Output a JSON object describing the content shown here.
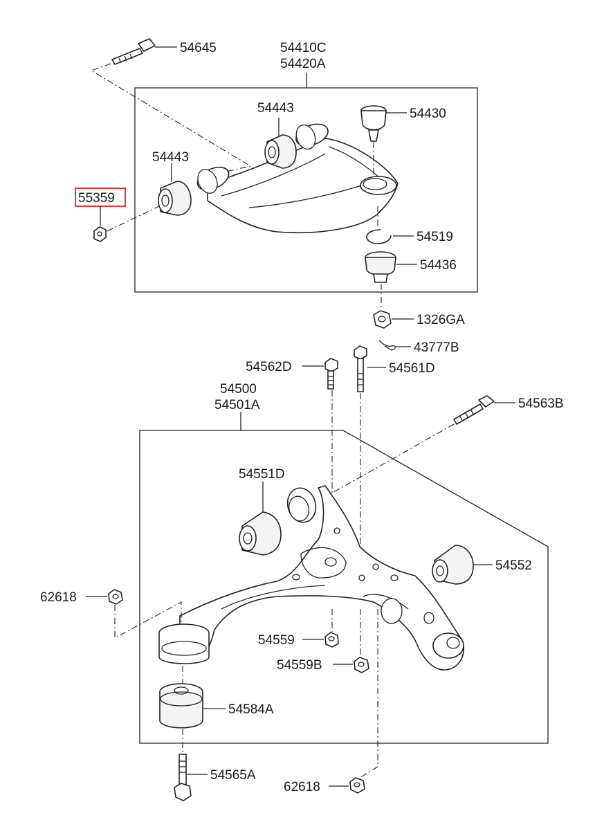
{
  "labels": {
    "p54645": "54645",
    "p54410C": "54410C",
    "p54420A": "54420A",
    "p54443_top": "54443",
    "p54443_left": "54443",
    "p54430": "54430",
    "p55359": "55359",
    "p54519": "54519",
    "p54436": "54436",
    "p1326GA": "1326GA",
    "p43777B": "43777B",
    "p54562D": "54562D",
    "p54561D": "54561D",
    "p54500": "54500",
    "p54501A": "54501A",
    "p54563B": "54563B",
    "p54551D": "54551D",
    "p54552": "54552",
    "p62618_left": "62618",
    "p54559": "54559",
    "p54559B": "54559B",
    "p54584A": "54584A",
    "p54565A": "54565A",
    "p62618_bottom": "62618"
  },
  "highlight": {
    "part": "55359",
    "color": "#e02020"
  }
}
